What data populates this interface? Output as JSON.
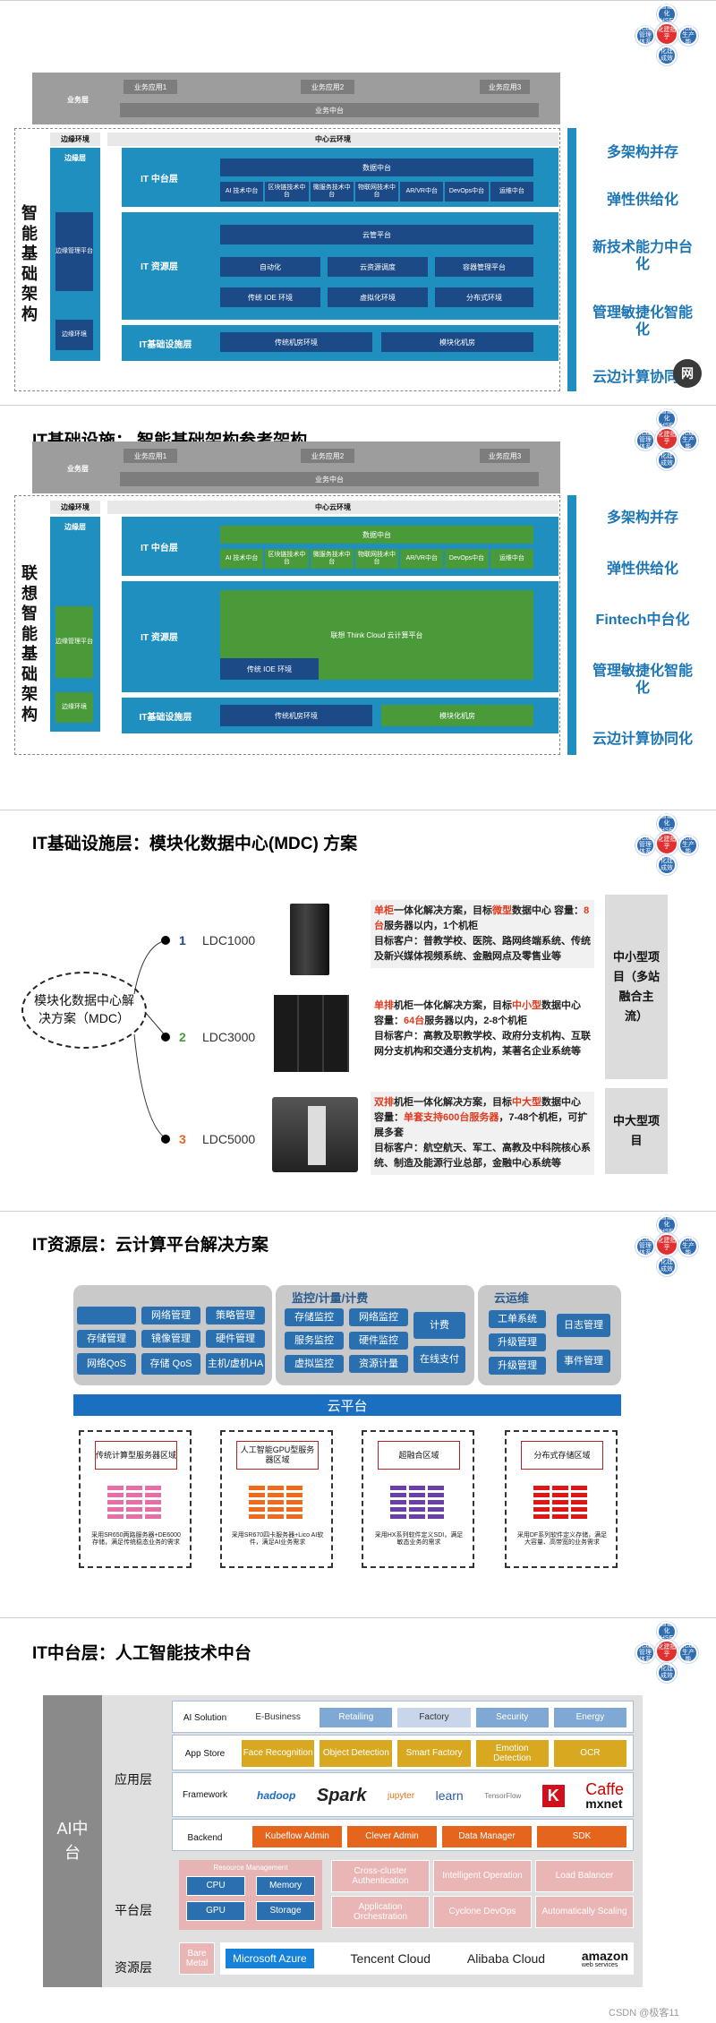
{
  "logo": {
    "top": "智能化HSE",
    "left": "化建管理体系",
    "center": "化建指乎",
    "right": "化建生产能",
    "bottom": "化建成效"
  },
  "s1": {
    "biz_label": "业务层",
    "app1": "业务应用1",
    "app2": "业务应用2",
    "app3": "业务应用3",
    "biz_mid": "业务中台",
    "edge_env": "边缘环境",
    "center_env": "中心云环境",
    "edge_layer": "边缘层",
    "edge_platform": "边缘管理平台",
    "edge_host": "边缘环境",
    "vertical": "智能基础架构",
    "mid_label": "IT 中台层",
    "data_mid": "数据中台",
    "mids": [
      "AI 技术中台",
      "区块链技术中台",
      "微服务技术中台",
      "物联网技术中台",
      "AR/VR中台",
      "DevOps中台",
      "运维中台"
    ],
    "res_label": "IT 资源层",
    "cloud": "云管平台",
    "auto": "自动化",
    "sched": "云资源调度",
    "container": "容器管理平台",
    "ioe": "传统 IOE 环境",
    "virt": "虚拟化环境",
    "dist": "分布式环境",
    "infra_label": "IT基础设施层",
    "trad_room": "传统机房环境",
    "mod_room": "模块化机房",
    "right": [
      "多架构并存",
      "弹性供给化",
      "新技术能力中台化",
      "管理敏捷化智能化",
      "云边计算协同化"
    ],
    "badge": "网"
  },
  "s2": {
    "title": "IT基础设施：  智能基础架构参考架构",
    "biz_label": "业务层",
    "app1": "业务应用1",
    "app2": "业务应用2",
    "app3": "业务应用3",
    "biz_mid": "业务中台",
    "edge_env": "边缘环境",
    "center_env": "中心云环境",
    "edge_layer": "边缘层",
    "edge_platform": "边缘管理平台",
    "edge_host": "边缘环境",
    "vertical": "联想智能基础架构",
    "mid_label": "IT 中台层",
    "data_mid": "数据中台",
    "mids": [
      "AI 技术中台",
      "区块链技术中台",
      "微服务技术中台",
      "物联网技术中台",
      "AR/VR中台",
      "DevOps中台",
      "运维中台"
    ],
    "res_label": "IT 资源层",
    "think": "联想 Think Cloud 云计算平台",
    "ioe": "传统 IOE 环境",
    "infra_label": "IT基础设施层",
    "trad_room": "传统机房环境",
    "mod_room": "模块化机房",
    "right": [
      "多架构并存",
      "弹性供给化",
      "Fintech中台化",
      "管理敏捷化智能化",
      "云边计算协同化"
    ]
  },
  "s3": {
    "title": "IT基础设施层：模块化数据中心(MDC) 方案",
    "center": "模块化数据中心解决方案（MDC）",
    "items": [
      {
        "num": "1",
        "name": "LDC1000",
        "l1a": "单柜",
        "l1b": "一体化解决方案，目标",
        "l1c": "微型",
        "l1d": "数据中心 容量：",
        "l1e": "8台",
        "l1f": "服务器以内，1个机柜",
        "l2": "目标客户：普教学校、医院、路网终端系统、传统 及新兴媒体视频系统、金融网点及零售业等"
      },
      {
        "num": "2",
        "name": "LDC3000",
        "l1a": "单排",
        "l1b": "机柜一体化解决方案，目标",
        "l1c": "中小型",
        "l1d": "数据中心 容量：",
        "l1e": "64台",
        "l1f": "服务器以内，2-8个机柜",
        "l2": "目标客户：高教及职教学校、政府分支机构、互联 网分支机构和交通分支机构，某著名企业系统等"
      },
      {
        "num": "3",
        "name": "LDC5000",
        "l1a": "双排",
        "l1b": "机柜一体化解决方案，目标",
        "l1c": "中大型",
        "l1d": "数据中心 容量：",
        "l1e": "单套支持600台服务器",
        "l1f": "，7-48个机柜，可扩展多套",
        "l2": "目标客户：航空航天、军工、高教及中科院核心系统、制造及能源行业总部，金融中心系统等"
      }
    ],
    "seg1": "中小型项目（多站融合主流）",
    "seg2": "中大型项目"
  },
  "s4": {
    "title": "IT资源层：云计算平台解决方案",
    "p1": [
      [
        "",
        "网络管理",
        "策略管理"
      ],
      [
        "存储管理",
        "镜像管理",
        "硬件管理"
      ],
      [
        "网络QoS",
        "存储 QoS",
        "主机/虚机HA"
      ]
    ],
    "p2_title": "监控/计量/计费",
    "p2": [
      [
        "存储监控",
        "网络监控"
      ],
      [
        "服务监控",
        "硬件监控"
      ],
      [
        "虚拟监控",
        "资源计量"
      ]
    ],
    "p2r": [
      "计费",
      "在线支付"
    ],
    "p3_title": "云运维",
    "p3l": [
      "工单系统",
      "升级管理",
      "升级管理"
    ],
    "p3r": [
      "日志管理",
      "事件管理"
    ],
    "bar": "云平台",
    "zones": [
      {
        "label": "传统计算型服务器区域",
        "note": "采用SR650两路服务器+DE6000存储，满足传统稳态业务的需求",
        "color": "#e86fa6"
      },
      {
        "label": "人工智能GPU型服务器区域",
        "note": "采用SR670四卡服务器+Lico AI软件，满足AI业务需求",
        "color": "#f06a1e"
      },
      {
        "label": "超融合区域",
        "note": "采用HX系列软件定义SDI，满足敏态业务的需求",
        "color": "#6a3fa8"
      },
      {
        "label": "分布式存储区域",
        "note": "采用DF系列软件定义存储，满足大容量、高带宽的业务需求",
        "color": "#e01515"
      }
    ]
  },
  "s5": {
    "title": "IT中台层：人工智能技术中台",
    "left": "AI中台",
    "app_label": "应用层",
    "plat_label": "平台层",
    "res_label": "资源层",
    "solution": "AI Solution",
    "sol_items": [
      "E-Business",
      "Retailing",
      "Factory",
      "Security",
      "Energy"
    ],
    "store": "App Store",
    "store_items": [
      "Face Recognition",
      "Object Detection",
      "Smart Factory",
      "Emotion Detection",
      "OCR"
    ],
    "framework": "Framework",
    "fw": [
      "hadoop",
      "Spark",
      "jupyter",
      "learn",
      "TensorFlow",
      "K",
      "Caffe",
      "mxnet"
    ],
    "backend": "Backend",
    "be_items": [
      "Kubeflow Admin",
      "Clever Admin",
      "Data Manager",
      "SDK"
    ],
    "rm": "Resource Management",
    "rm_items": [
      "CPU",
      "Memory",
      "GPU",
      "Storage"
    ],
    "plat_items": [
      "Cross-cluster Authentication",
      "Intelligent Operation",
      "Load Balancer",
      "Application Orchestration",
      "Cyclone DevOps",
      "Automatically Scaling"
    ],
    "bare": "Bare Metal",
    "clouds": [
      "Microsoft Azure",
      "Tencent Cloud",
      "Alibaba Cloud",
      "amazon"
    ],
    "aws_sub": "web services",
    "watermark": "CSDN @极客11"
  }
}
